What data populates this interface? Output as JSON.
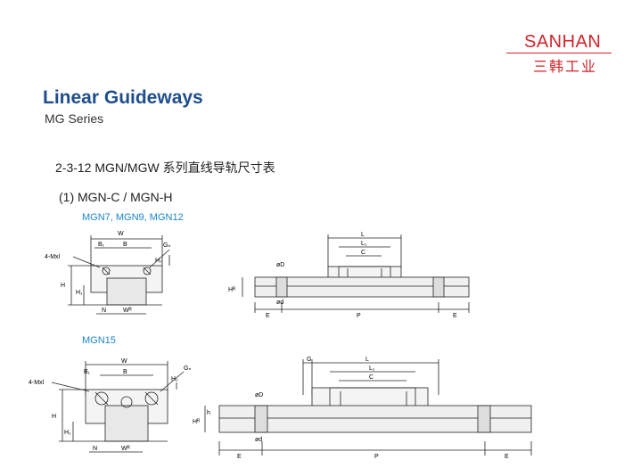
{
  "logo": {
    "brand": "SANHAN",
    "chinese": "三韩工业"
  },
  "header": {
    "title": "Linear Guideways",
    "series": "MG Series"
  },
  "section": {
    "heading": "2-3-12 MGN/MGW 系列直线导轨尺寸表",
    "subheading": "(1) MGN-C / MGN-H"
  },
  "groups": [
    {
      "models": "MGN7, MGN9, MGN12"
    },
    {
      "models": "MGN15"
    }
  ],
  "dims": {
    "W": "W",
    "B": "B",
    "B1": "B₁",
    "G": "G",
    "Gn": "Gₙ",
    "H": "H",
    "H1": "H₁",
    "H2": "H₂",
    "N": "N",
    "WR": "Wᴿ",
    "L": "L",
    "L1": "L₁",
    "C": "C",
    "E": "E",
    "P": "P",
    "D": "øD",
    "d": "ød",
    "h": "h",
    "HR": "Hᴿ",
    "mxl": "4-Mxl"
  },
  "colors": {
    "brand": "#d0242a",
    "title": "#1f4e8c",
    "models": "#1a86c8"
  }
}
